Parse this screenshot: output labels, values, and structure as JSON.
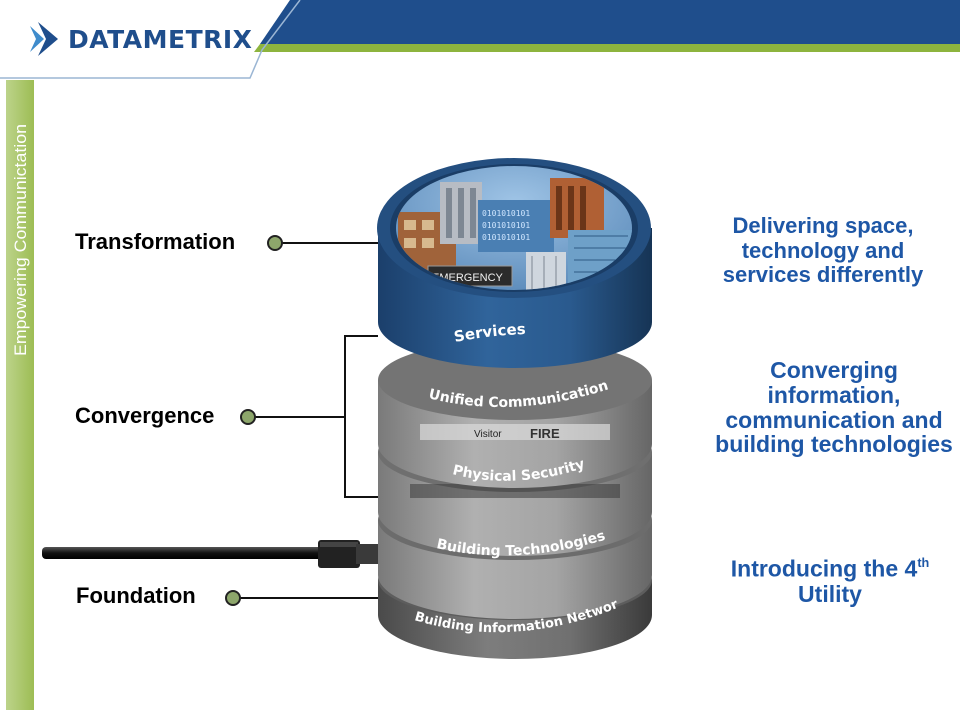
{
  "brand": {
    "name": "DATAMETRIX",
    "tagline": "Empowering Communictation",
    "colors": {
      "navy": "#1f4e8c",
      "green": "#8db43e",
      "text_blue": "#1e57a6"
    },
    "logo_icon": "arrow-chevron-icon"
  },
  "layers": {
    "services": "Services",
    "unified": "Unified Communications",
    "physical": "Physical Security",
    "building": "Building Technologies",
    "network": "Building Information Network"
  },
  "photo_labels": {
    "emergency": "EMERGENCY",
    "binary": "0101010101",
    "visitor": "Visitor",
    "fire": "FIRE"
  },
  "left_labels": {
    "transformation": "Transformation",
    "convergence": "Convergence",
    "foundation": "Foundation"
  },
  "right_text": {
    "transformation": [
      "Delivering space,",
      "technology and",
      "services differently"
    ],
    "convergence": [
      "Converging",
      "information,",
      "communication and",
      "building technologies"
    ],
    "foundation": {
      "line1": "Introducing the 4",
      "superscript": "th",
      "line2": "Utility"
    }
  }
}
